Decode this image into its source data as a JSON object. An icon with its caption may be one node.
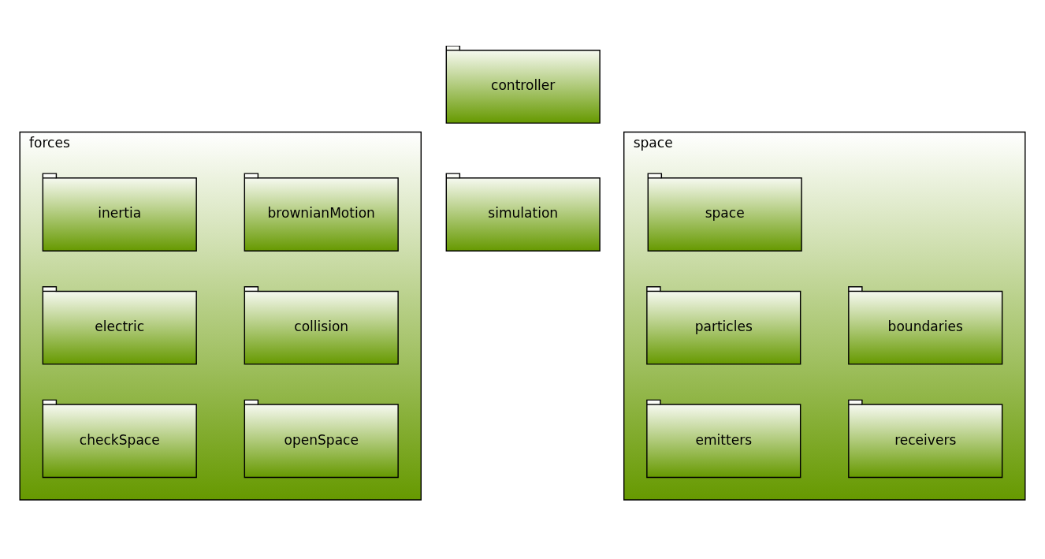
{
  "diagram": {
    "nodes": [
      {
        "text": [
          "controller"
        ]
      },
      {
        "text": [
          "forces"
        ]
      },
      {
        "text": [
          "brownianMotion"
        ],
        "in": 1
      },
      {
        "text": [
          "inertia"
        ],
        "in": 1
      },
      {
        "text": [
          "collision"
        ],
        "in": 1
      },
      {
        "text": [
          "electric"
        ],
        "in": 1
      },
      {
        "text": [
          "openSpace"
        ],
        "in": 1
      },
      {
        "text": [
          "checkSpace"
        ],
        "in": 1
      },
      {
        "text": [
          "simulation"
        ]
      },
      {
        "text": [
          "space"
        ]
      },
      {
        "text": [
          "space"
        ],
        "in": 9
      },
      {
        "text": [
          "particles"
        ],
        "in": 9
      },
      {
        "text": [
          "boundaries"
        ],
        "in": 9
      },
      {
        "text": [
          "emitters"
        ],
        "in": 9
      },
      {
        "text": [
          "receivers"
        ],
        "in": 9
      }
    ],
    "edges": []
  }
}
